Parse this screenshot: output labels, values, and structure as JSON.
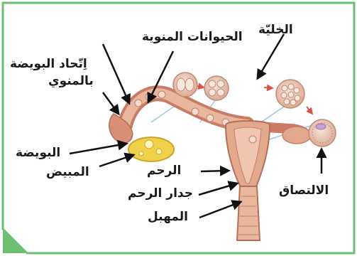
{
  "labels": {
    "cell": "الخليّة",
    "sperm": "الحيوانات المنوية",
    "fusion_line1": "اِتّحاد البويضة",
    "fusion_line2": "بالمنوي",
    "ovum": "البويضة",
    "ovary": "المبيض",
    "uterus": "الرحم",
    "uterine_wall": "جدار الرحم",
    "vagina": "المهبل",
    "implantation": "الالتصاق"
  },
  "colors": {
    "frame_border": "#6fbf73",
    "frame_fill": "#eaf6ea",
    "tissue": "#e3a98d",
    "tissue_dark": "#c97b65",
    "cell": "#ead0c2",
    "connector": "#9dc7e0",
    "arrow_red": "#d9534f",
    "ovary_yellow": "#efd24a"
  }
}
